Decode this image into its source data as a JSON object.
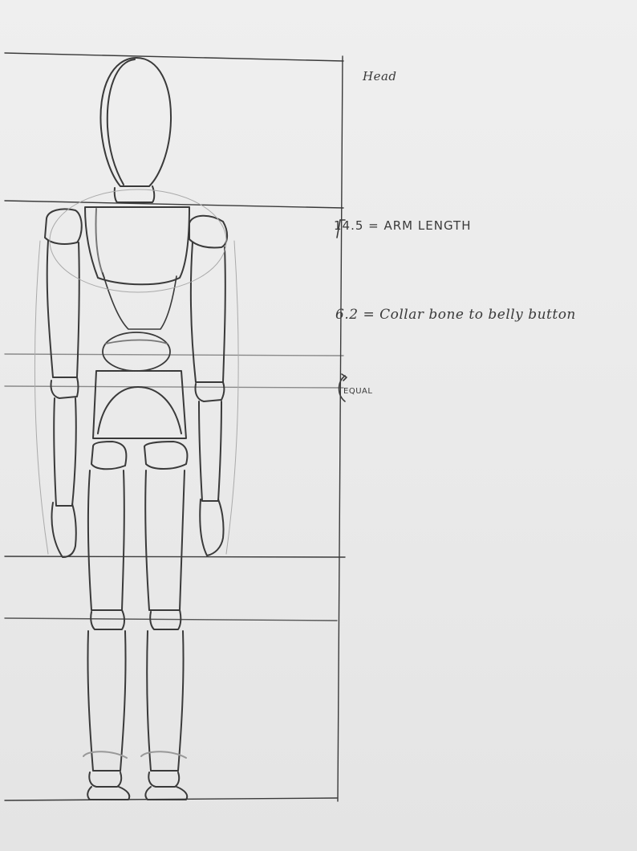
{
  "notes": {
    "head": "Head",
    "arm_length": "14.5 = ARM LENGTH",
    "collar": "6.2 = Collar bone to belly button",
    "equal": "EQUAL"
  },
  "colors": {
    "paper": "#ececec",
    "pencil": "#3a3a3a",
    "light_pencil": "#9a9a9a"
  }
}
